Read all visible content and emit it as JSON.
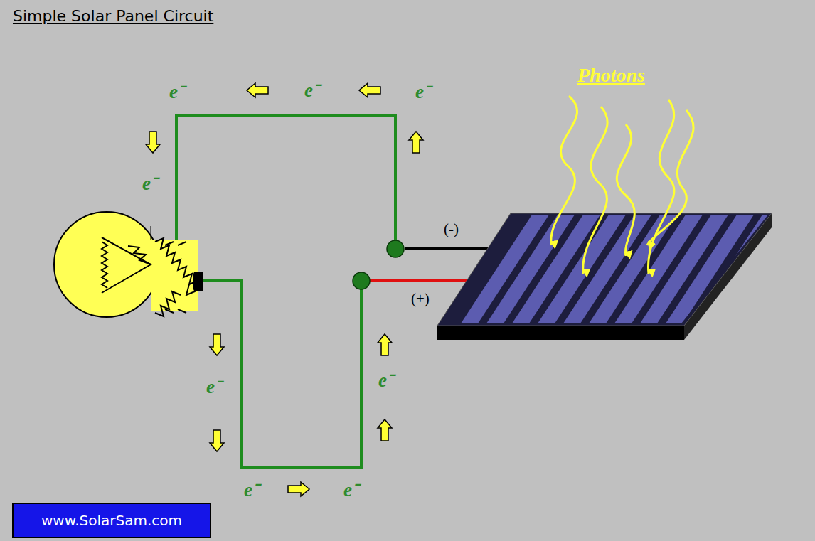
{
  "diagram": {
    "title": "Simple Solar Panel Circuit",
    "nodes": [
      {
        "text": [
          "www.SolarSam.com"
        ]
      }
    ],
    "labels": [
      "Photons",
      "(-)",
      "(+)",
      "e⁻",
      "e⁻",
      "e⁻",
      "e⁻",
      "e⁻",
      "e⁻",
      "e⁻",
      "e⁻"
    ]
  }
}
